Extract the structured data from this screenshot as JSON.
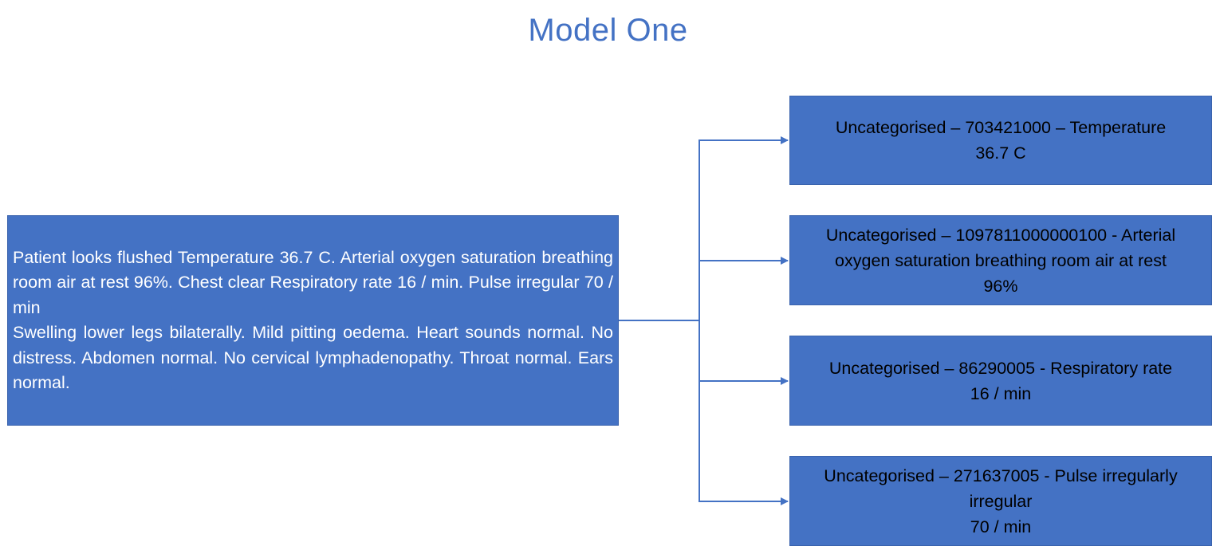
{
  "title": "Model One",
  "source": {
    "paragraph_1": "Patient looks flushed Temperature 36.7 C. Arterial oxygen saturation breathing room air at rest 96%. Chest clear Respiratory rate 16 / min. Pulse irregular 70 / min",
    "paragraph_2": "Swelling lower legs bilaterally. Mild pitting oedema. Heart sounds normal. No distress. Abdomen normal. No cervical lymphadenopathy. Throat normal. Ears normal."
  },
  "targets": [
    {
      "line_1": "Uncategorised – 703421000 – Temperature",
      "value": "36.7 C"
    },
    {
      "line_1": "Uncategorised – 1097811000000100 - Arterial oxygen saturation breathing room air at rest",
      "value": "96%"
    },
    {
      "line_1": "Uncategorised – 86290005 - Respiratory rate",
      "value": "16 / min"
    },
    {
      "line_1": "Uncategorised – 271637005 - Pulse irregularly irregular",
      "value": "70 / min"
    }
  ],
  "colors": {
    "box_fill": "#4472c4",
    "connector": "#4472c4",
    "title": "#4472c4"
  }
}
